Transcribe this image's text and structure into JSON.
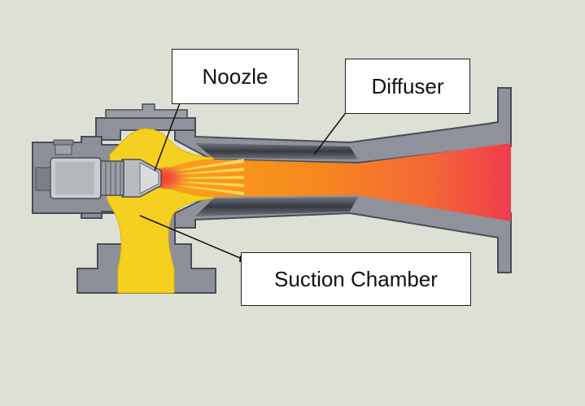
{
  "labels": {
    "noozle": "Noozle",
    "diffuser": "Diffuser",
    "suction_chamber": "Suction Chamber"
  },
  "colors": {
    "background": "#dde0d4",
    "body_metal": "#8a8d94",
    "body_outline": "#4a4d55",
    "steam_yellow": "#f5d020",
    "flow_orange": "#f6901e",
    "flow_red": "#f0404a",
    "label_border": "#222222"
  }
}
